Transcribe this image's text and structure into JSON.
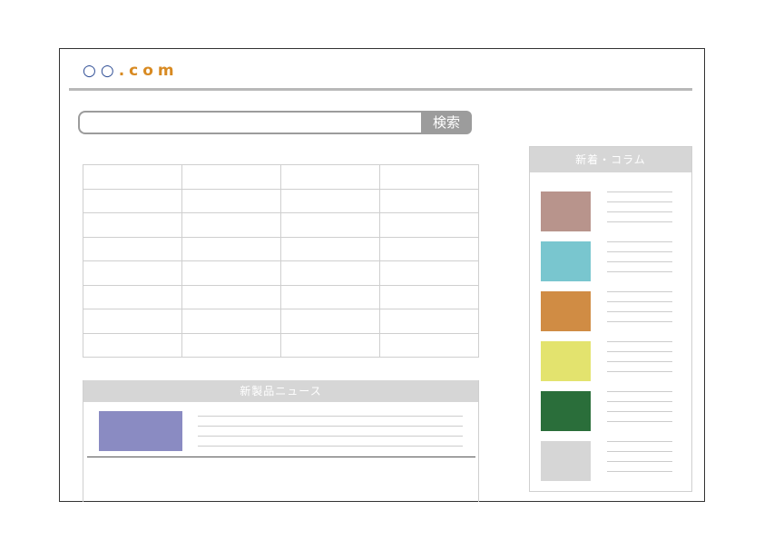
{
  "site": {
    "logo_mark1": "○",
    "logo_mark2": "○",
    "logo_domain": ".com",
    "logo_colors": {
      "marks": "#2b4a93",
      "domain": "#d88a22"
    }
  },
  "search": {
    "value": "",
    "placeholder": "",
    "button_label": "検索"
  },
  "product_table": {
    "rows": 8,
    "columns": 4,
    "cells": []
  },
  "new_products": {
    "title": "新製品ニュース",
    "items": [
      {
        "thumbnail_color": "#8a8bc2",
        "text_lines": 4
      }
    ]
  },
  "columns": {
    "title": "新着・コラム",
    "items": [
      {
        "thumbnail_color": "#b8948c",
        "text_lines": 4
      },
      {
        "thumbnail_color": "#79c6cf",
        "text_lines": 4
      },
      {
        "thumbnail_color": "#d08c44",
        "text_lines": 4
      },
      {
        "thumbnail_color": "#e3e36e",
        "text_lines": 4
      },
      {
        "thumbnail_color": "#2a6e3a",
        "text_lines": 4
      },
      {
        "thumbnail_color": "#d6d6d6",
        "text_lines": 4
      }
    ]
  }
}
